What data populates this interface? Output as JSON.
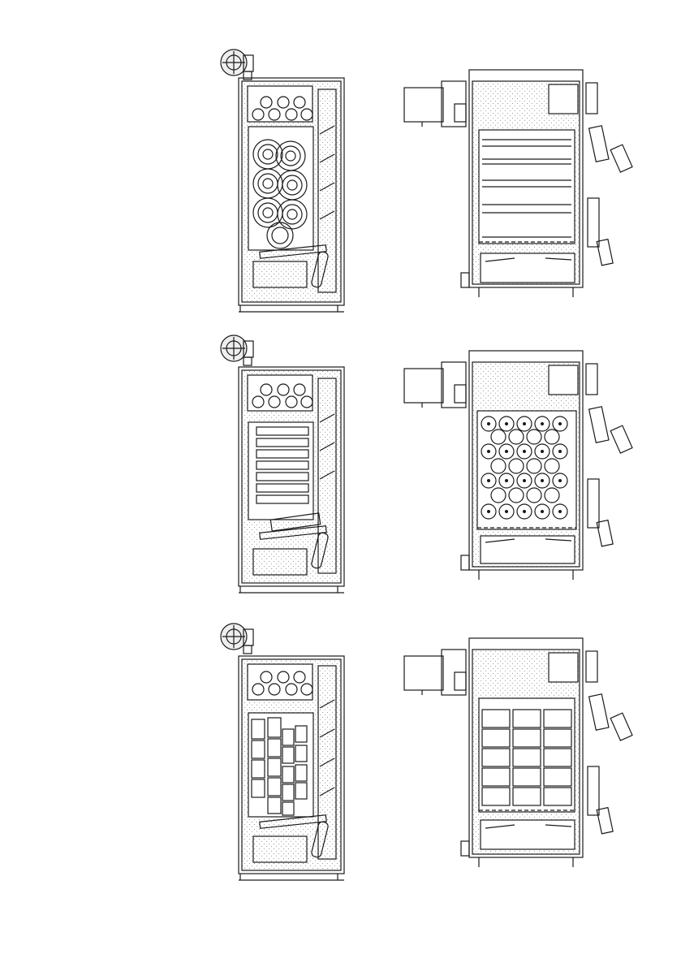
{
  "page": {
    "background": "#ffffff",
    "ink": "#1a1a1a",
    "fill_light": "#f6f6f6"
  },
  "rows": [
    {
      "id": "row-wood-logs",
      "fuel": "wood logs"
    },
    {
      "id": "row-briquettes",
      "fuel": "briquettes"
    },
    {
      "id": "row-blocks",
      "fuel": "blocks"
    }
  ],
  "views": [
    "front-view",
    "side-view"
  ]
}
